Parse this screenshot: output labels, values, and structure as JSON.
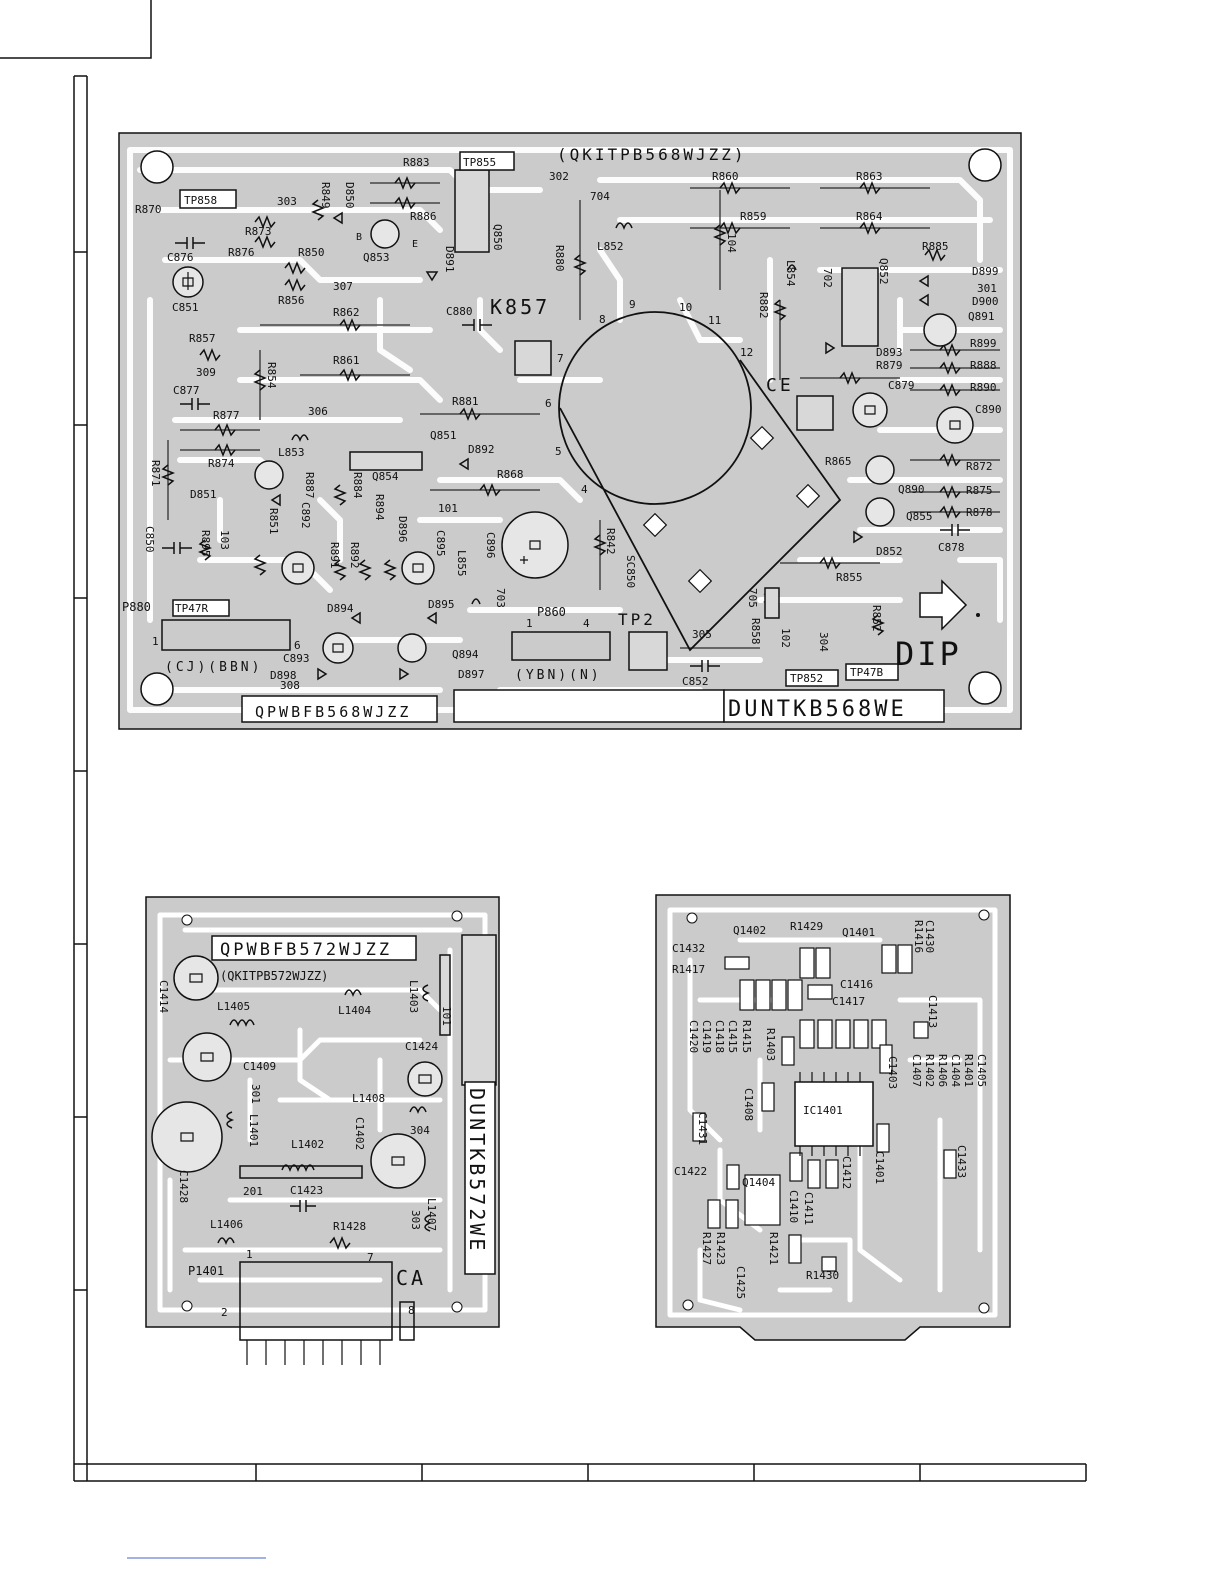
{
  "main_board": {
    "part_no_top": "(QKITPB568WJZZ)",
    "pwb_code": "QPWBFB568WJZZ",
    "unit_code": "DUNTKB568WE",
    "flyback": "K857",
    "dip": "DIP",
    "ce": "CE",
    "tp2": "TP2",
    "connector_cj": "(CJ)(BBN)",
    "connector_ybn": "(YBN)(N)",
    "connector_p860": "P860",
    "connector_p880": "P880",
    "labels": [
      "R883",
      "TP855",
      "302",
      "R860",
      "R863",
      "R849",
      "D850",
      "R870",
      "TP858",
      "303",
      "R873",
      "R886",
      "C876",
      "R876",
      "R850",
      "Q853",
      "B",
      "E",
      "D891",
      "Q850",
      "R880",
      "704",
      "L852",
      "R859",
      "104",
      "R864",
      "R885",
      "D899",
      "301",
      "D900",
      "Q891",
      "C851",
      "307",
      "R856",
      "R862",
      "C880",
      "L854",
      "702",
      "Q852",
      "R882",
      "R857",
      "309",
      "R854",
      "R861",
      "D893",
      "R879",
      "R899",
      "R888",
      "C877",
      "R881",
      "R890",
      "C879",
      "C890",
      "R877",
      "306",
      "Q851",
      "L853",
      "R874",
      "R871",
      "D892",
      "Q854",
      "R868",
      "R865",
      "R872",
      "Q890",
      "R875",
      "D851",
      "R887",
      "R884",
      "R894",
      "C892",
      "R851",
      "101",
      "Q855",
      "R878",
      "C850",
      "R895",
      "103",
      "D896",
      "C895",
      "C896",
      "L855",
      "R842",
      "SC850",
      "D852",
      "C878",
      "R891",
      "R892",
      "R855",
      "D894",
      "D895",
      "703",
      "705",
      "R858",
      "102",
      "304",
      "R852",
      "TP47R",
      "C893",
      "Q894",
      "305",
      "C852",
      "TP852",
      "TP47B",
      "D898",
      "308",
      "D897",
      "8",
      "9",
      "10",
      "11",
      "12",
      "7",
      "6",
      "5",
      "4",
      "1",
      "6",
      "1",
      "4"
    ]
  },
  "bottom_left_board": {
    "pwb_code": "QPWBFB572WJZZ",
    "part_no": "(QKITPB572WJZZ)",
    "unit_code": "DUNTKB572WE",
    "connector": "P1401",
    "ca": "CA",
    "labels": [
      "C1414",
      "L1405",
      "L1404",
      "L1403",
      "101",
      "C1409",
      "C1424",
      "301",
      "L1401",
      "L1408",
      "C1402",
      "304",
      "L1402",
      "C1428",
      "201",
      "C1423",
      "L1406",
      "R1428",
      "L1407",
      "303",
      "1",
      "7",
      "2",
      "8"
    ]
  },
  "bottom_right_board": {
    "labels": [
      "C1432",
      "Q1402",
      "R1429",
      "Q1401",
      "C1430",
      "R1416",
      "R1417",
      "C1416",
      "C1417",
      "C1413",
      "C1420",
      "C1419",
      "C1418",
      "C1415",
      "R1415",
      "R1403",
      "C1403",
      "C1407",
      "R1402",
      "R1406",
      "C1404",
      "R1401",
      "C1405",
      "C1408",
      "IC1401",
      "C1431",
      "C1422",
      "Q1404",
      "C1410",
      "C1411",
      "C1412",
      "C1401",
      "C1433",
      "R1427",
      "R1423",
      "R1421",
      "C1425",
      "R1430"
    ]
  }
}
